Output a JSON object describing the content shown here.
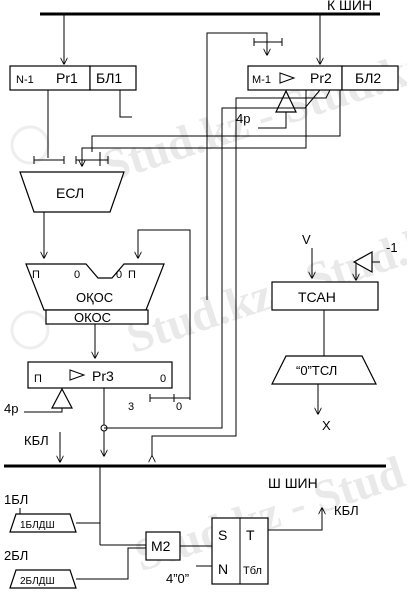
{
  "buses": {
    "top": "К ШИН",
    "bottom": "Ш ШИН"
  },
  "pr1": {
    "index": "N-1",
    "name": "Pr1",
    "bl": "БЛ1"
  },
  "pr2": {
    "index": "M-1",
    "name": "Pr2",
    "bl": "БЛ2",
    "shift": "4р"
  },
  "esl": "ЕСЛ",
  "alu": {
    "top": "ОҚОС",
    "bottom": "ОКОС",
    "in_left": "П",
    "in_left_zero": "0",
    "in_right_zero": "0",
    "in_right": "П"
  },
  "pr3": {
    "left": "П",
    "name": "Pr3",
    "right": "0",
    "shift": "4р"
  },
  "gate": {
    "left": "3",
    "right": "0"
  },
  "kbl_in": "КБЛ",
  "counter": {
    "v": "V",
    "minus1": "-1",
    "name": "ТСАН",
    "zero_det": "“0”ТСЛ",
    "out": "X"
  },
  "lower": {
    "bl1": "1БЛ",
    "bl1_box": "1БЛДШ",
    "bl2": "2БЛ",
    "bl2_box": "2БЛДШ",
    "mux": "M2",
    "trig_s": "S",
    "trig_t": "T",
    "trig_n": "N",
    "trig_tbl": "Tбл",
    "four_zero": "4”0”",
    "kbl_out": "КБЛ"
  },
  "watermark": "Stud.kz - Stud.kz"
}
